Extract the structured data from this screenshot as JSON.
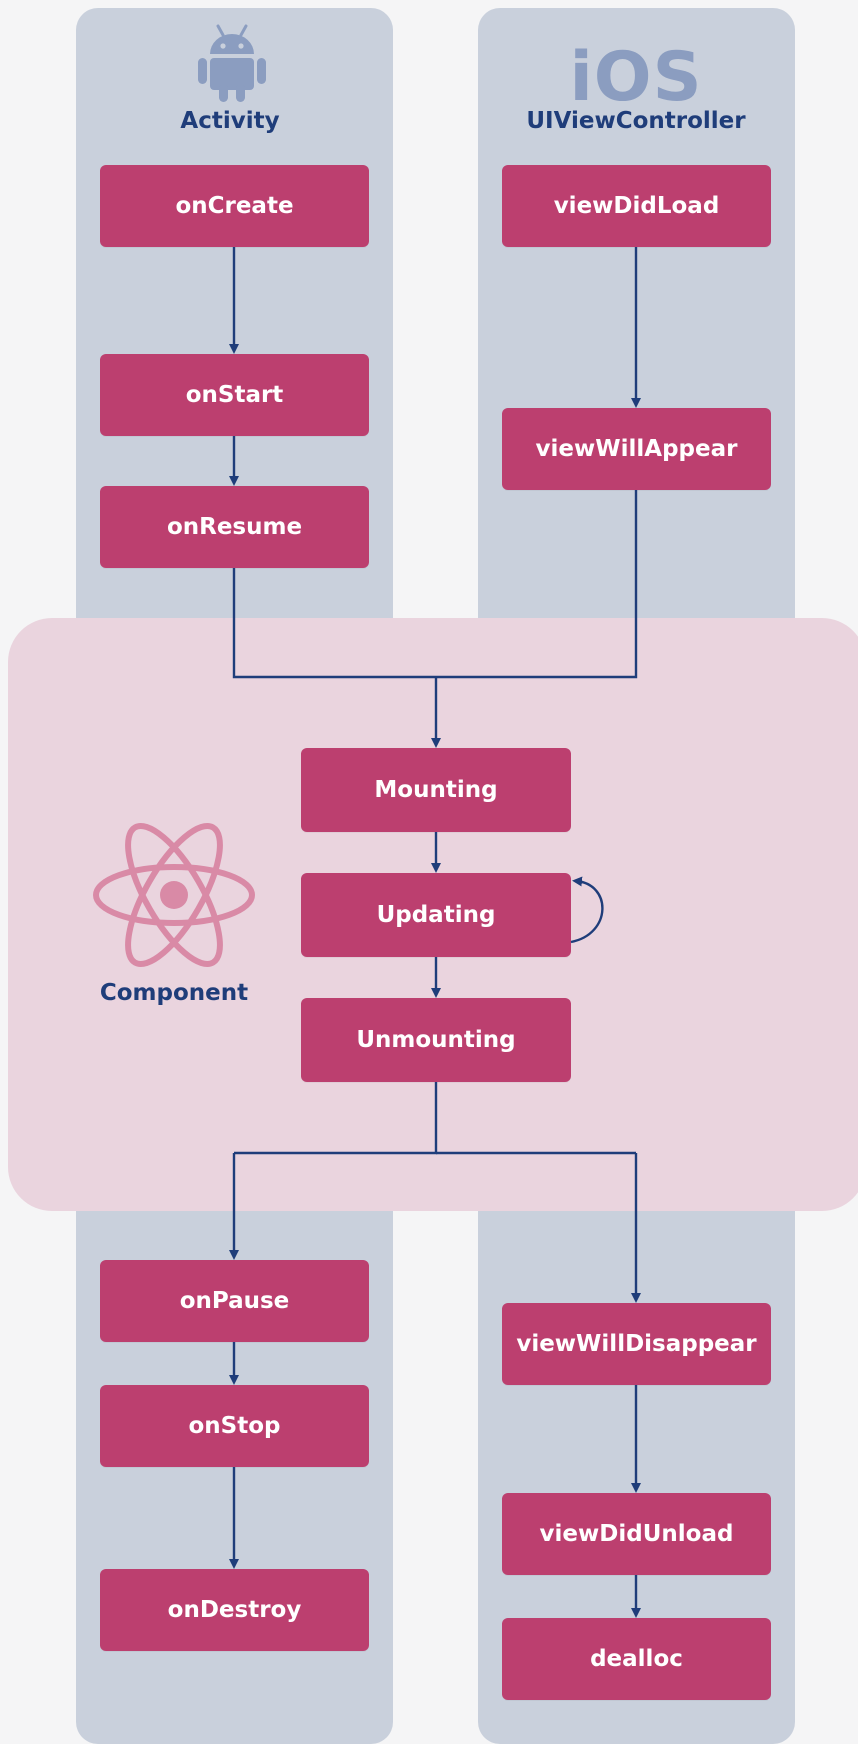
{
  "android": {
    "icon": "android-robot-icon",
    "label": "Activity",
    "steps": [
      "onCreate",
      "onStart",
      "onResume"
    ],
    "teardown": [
      "onPause",
      "onStop",
      "onDestroy"
    ]
  },
  "ios": {
    "logo": "iOS",
    "label": "UIViewController",
    "steps": [
      "viewDidLoad",
      "viewWillAppear"
    ],
    "teardown": [
      "viewWillDisappear",
      "viewDidUnload",
      "dealloc"
    ]
  },
  "component": {
    "icon": "react-atom-icon",
    "label": "Component",
    "steps": [
      "Mounting",
      "Updating",
      "Unmounting"
    ]
  },
  "colors": {
    "box": "#bc3f6f",
    "platform_panel": "#c9d0dc",
    "component_panel": "#ead4de",
    "arrow": "#1f3d7a",
    "atom": "#d98aa6"
  }
}
